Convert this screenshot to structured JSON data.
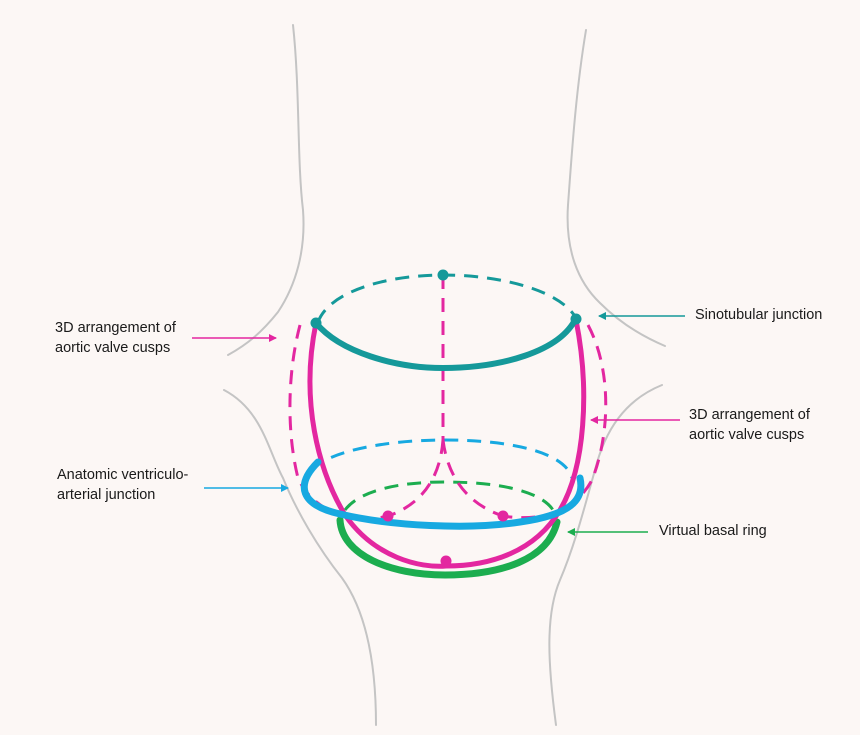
{
  "colors": {
    "background": "#fcf7f5",
    "vessel_outline": "#c4c4c4",
    "sinotubular": "#15999a",
    "cusps": "#e327a0",
    "ventriculo_arterial": "#17a9e1",
    "basal_ring": "#1cad4f",
    "text": "#1a1a1a"
  },
  "labels": {
    "cusps_left": {
      "line1": "3D arrangement of",
      "line2": "aortic valve cusps"
    },
    "sinotubular": {
      "line1": "Sinotubular junction"
    },
    "cusps_right": {
      "line1": "3D arrangement of",
      "line2": "aortic valve cusps"
    },
    "ventriculo": {
      "line1": "Anatomic ventriculo-",
      "line2": "arterial junction"
    },
    "basal_ring": {
      "line1": "Virtual basal ring"
    }
  }
}
